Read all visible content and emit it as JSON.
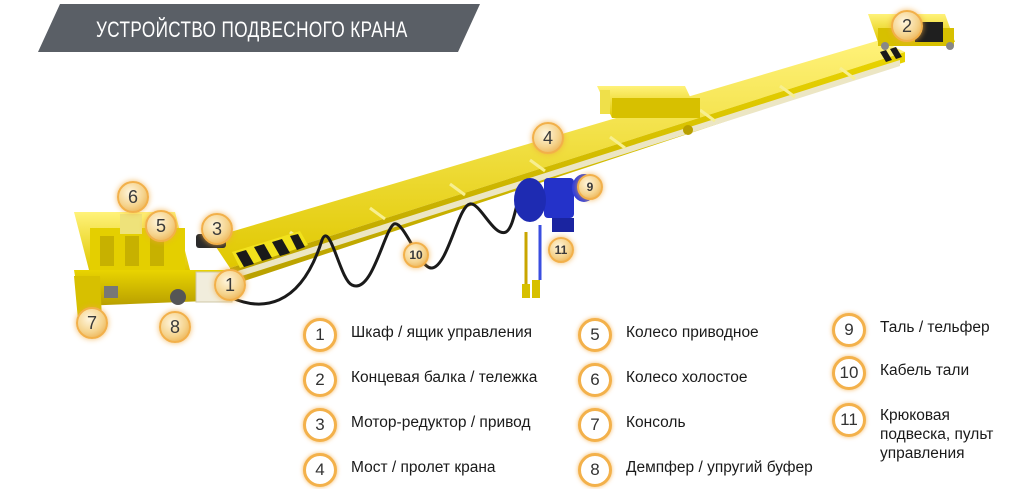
{
  "title": "УСТРОЙСТВО ПОДВЕСНОГО КРАНА",
  "colors": {
    "banner": "#5a5f66",
    "crane_yellow": "#f2e21c",
    "hoist_blue": "#2432c9",
    "marker_ring": "#f2b04a"
  },
  "markers": [
    "1",
    "2",
    "3",
    "4",
    "5",
    "6",
    "7",
    "8",
    "9",
    "10",
    "11"
  ],
  "legend": [
    {
      "num": "1",
      "label": "Шкаф / ящик управления"
    },
    {
      "num": "2",
      "label": "Концевая балка / тележка"
    },
    {
      "num": "3",
      "label": "Мотор-редуктор / привод"
    },
    {
      "num": "4",
      "label": "Мост / пролет крана"
    },
    {
      "num": "5",
      "label": "Колесо приводное"
    },
    {
      "num": "6",
      "label": "Колесо холостое"
    },
    {
      "num": "7",
      "label": "Консоль"
    },
    {
      "num": "8",
      "label": "Демпфер / упругий буфер"
    },
    {
      "num": "9",
      "label": "Таль / тельфер"
    },
    {
      "num": "10",
      "label": "Кабель тали"
    },
    {
      "num": "11",
      "label": "Крюковая подвеска, пульт управления"
    }
  ]
}
